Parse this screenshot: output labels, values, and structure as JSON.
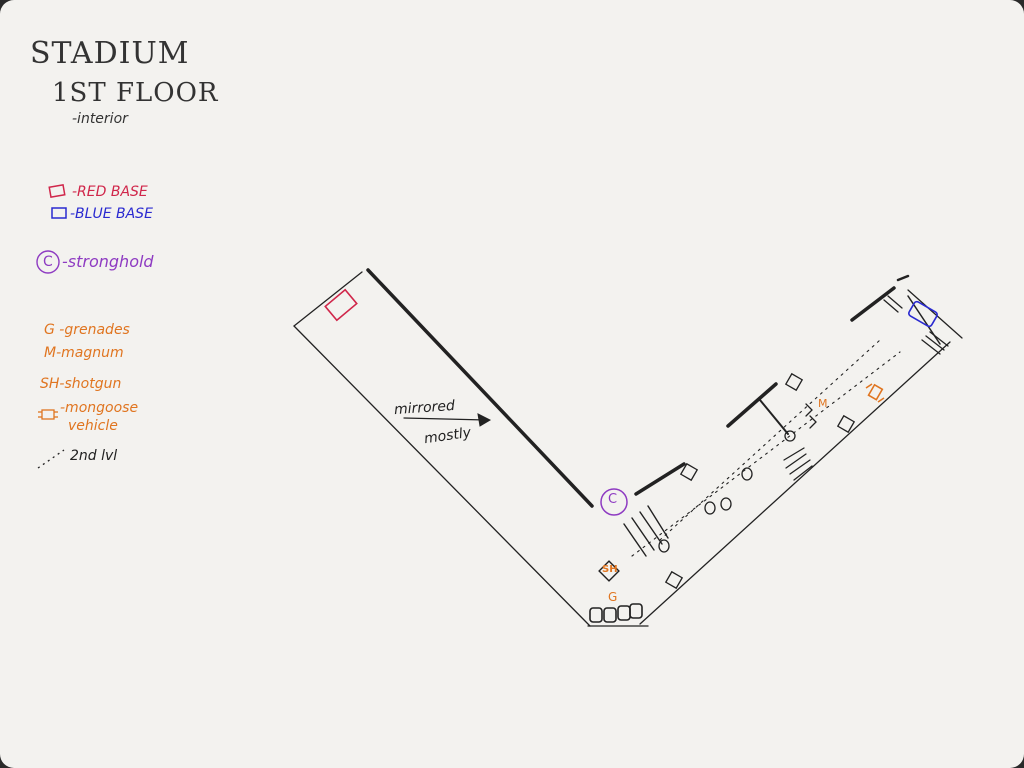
{
  "title": {
    "line1": "STADIUM",
    "line2": "1ST FLOOR",
    "line3": "-interior"
  },
  "legend": {
    "red_base": "-RED BASE",
    "blue_base": "-BLUE BASE",
    "stronghold": "-stronghold",
    "grenades": "G -grenades",
    "magnum": "M-magnum",
    "shotgun": "SH-shotgun",
    "mongoose_1": "-mongoose",
    "mongoose_2": "vehicle",
    "level2": "2nd lvl"
  },
  "map": {
    "note_1": "mirrored",
    "note_2": "mostly",
    "stronghold_label": "C",
    "stronghold_legend_symbol": "C",
    "shotgun_label": "SH",
    "grenade_label": "G",
    "magnum_label": "M"
  },
  "colors": {
    "red": "#d0264a",
    "blue": "#2a2ad0",
    "purple": "#8e3bc2",
    "orange": "#e07520",
    "ink": "#222222"
  }
}
